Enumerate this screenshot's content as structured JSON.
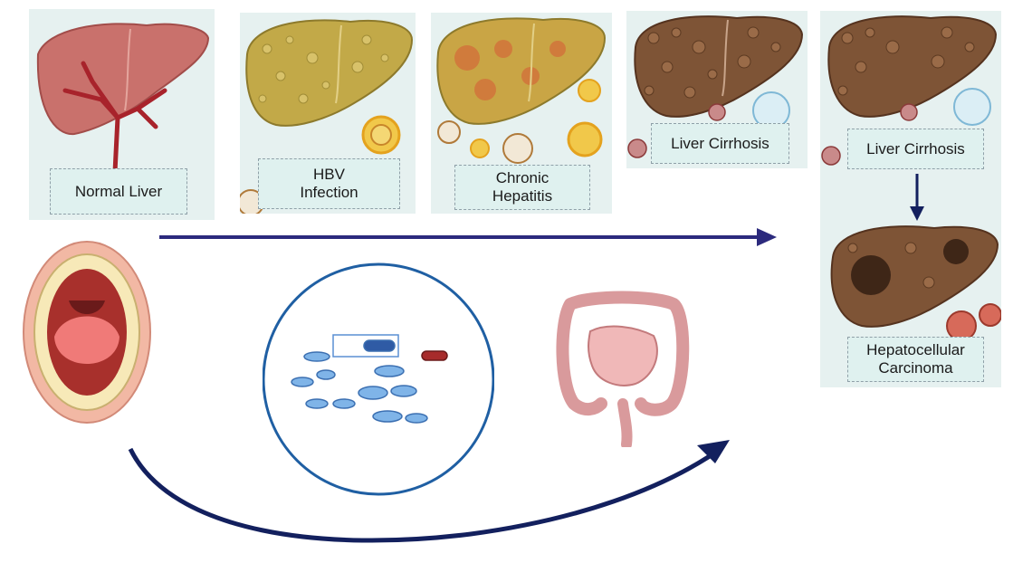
{
  "stages": {
    "normal_liver": "Normal Liver",
    "hbv_infection": "HBV\nInfection",
    "chronic_hepatitis": "Chronic\nHepatitis",
    "liver_cirrhosis": "Liver Cirrhosis"
  },
  "outcome": {
    "liver_cirrhosis": "Liver Cirrhosis",
    "hepatocellular_carcinoma": "Hepatocellular\nCarcinoma"
  },
  "colors": {
    "arrow_straight": "#2c2a7d",
    "arrow_curved": "#13205e",
    "microbiome_circle": "#1f5fa3",
    "panel_bg": "#e6f1f0"
  },
  "icons": [
    "liver-icon",
    "virus-icon",
    "mouth-icon",
    "bacteria-icon",
    "intestine-icon",
    "tumor-icon"
  ]
}
